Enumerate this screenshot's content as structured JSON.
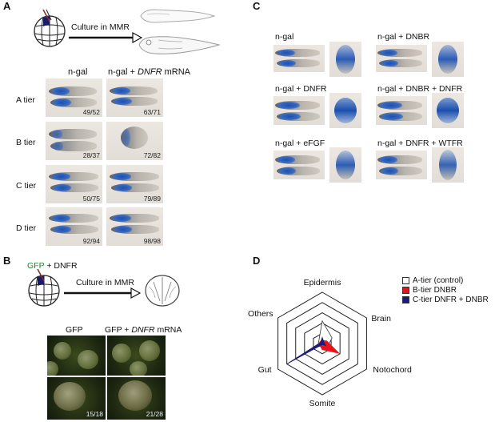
{
  "panelA": {
    "letter": "A",
    "culture_label": "Culture in MMR",
    "col_headers": {
      "left": "n-gal",
      "right_prefix": "n-gal + ",
      "right_italic": "DNFR",
      "right_suffix": " mRNA"
    },
    "rows": [
      {
        "label": "A tier",
        "left_count": "49/52",
        "right_count": "63/71"
      },
      {
        "label": "B tier",
        "left_count": "28/37",
        "right_count": "72/82"
      },
      {
        "label": "C tier",
        "left_count": "50/75",
        "right_count": "79/89"
      },
      {
        "label": "D tier",
        "left_count": "92/94",
        "right_count": "98/98"
      }
    ]
  },
  "panelB": {
    "letter": "B",
    "injection_gfp": "GFP",
    "injection_rest": " + DNFR",
    "culture_label": "Culture in MMR",
    "col_headers": {
      "left": "GFP",
      "right_prefix": "GFP + ",
      "right_italic": "DNFR",
      "right_suffix": " mRNA"
    },
    "counts": {
      "left": "15/18",
      "right": "21/28"
    }
  },
  "panelC": {
    "letter": "C",
    "cells": [
      {
        "label": "n-gal"
      },
      {
        "label": "n-gal + DNBR"
      },
      {
        "label": "n-gal + DNFR"
      },
      {
        "label": "n-gal + DNBR + DNFR"
      },
      {
        "label": "n-gal + eFGF"
      },
      {
        "label": "n-gal + DNFR + WTFR"
      }
    ]
  },
  "panelD": {
    "letter": "D",
    "axes": [
      "Epidermis",
      "Brain",
      "Notochord",
      "Somite",
      "Gut",
      "Others"
    ],
    "legend": [
      {
        "label": "A-tier (control)",
        "color": "#ffffff"
      },
      {
        "label": "B-tier DNBR",
        "color": "#e8141b"
      },
      {
        "label": "C-tier DNFR + DNBR",
        "color": "#1c1c78"
      }
    ]
  },
  "chart_data": {
    "type": "radar",
    "categories": [
      "Epidermis",
      "Brain",
      "Notochord",
      "Somite",
      "Gut",
      "Others"
    ],
    "rmax": 5,
    "rings": 5,
    "series": [
      {
        "name": "A-tier (control)",
        "color": "#ffffff",
        "values": [
          2.2,
          1.1,
          0.6,
          0.3,
          0.5,
          0.4
        ]
      },
      {
        "name": "B-tier DNBR",
        "color": "#e8141b",
        "values": [
          0.3,
          0.5,
          1.9,
          0.6,
          0.3,
          0.3
        ]
      },
      {
        "name": "C-tier DNFR + DNBR",
        "color": "#1c1c78",
        "values": [
          0.6,
          0.2,
          0.4,
          0.1,
          4.0,
          0.2
        ]
      }
    ]
  }
}
